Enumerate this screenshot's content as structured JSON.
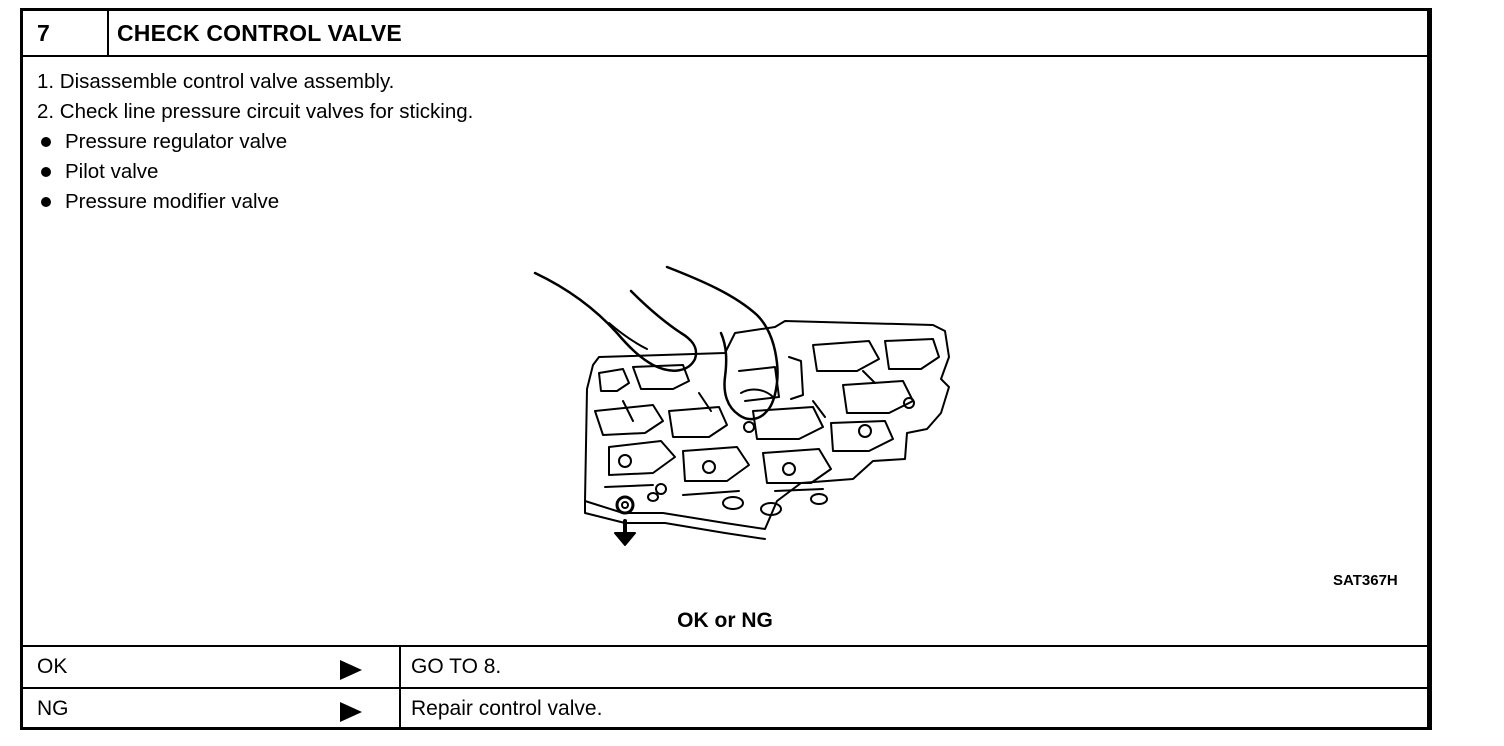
{
  "step": {
    "number": "7",
    "title": "CHECK CONTROL VALVE"
  },
  "instructions": {
    "numbered": [
      "1.  Disassemble control valve assembly.",
      "2.  Check line pressure circuit valves for sticking."
    ],
    "bullets": [
      "Pressure regulator valve",
      "Pilot valve",
      "Pressure modifier valve"
    ]
  },
  "figure": {
    "code": "SAT367H",
    "icon": "control-valve-illustration"
  },
  "prompt": "OK or NG",
  "results": [
    {
      "condition": "OK",
      "action": "GO TO 8."
    },
    {
      "condition": "NG",
      "action": "Repair control valve."
    }
  ]
}
